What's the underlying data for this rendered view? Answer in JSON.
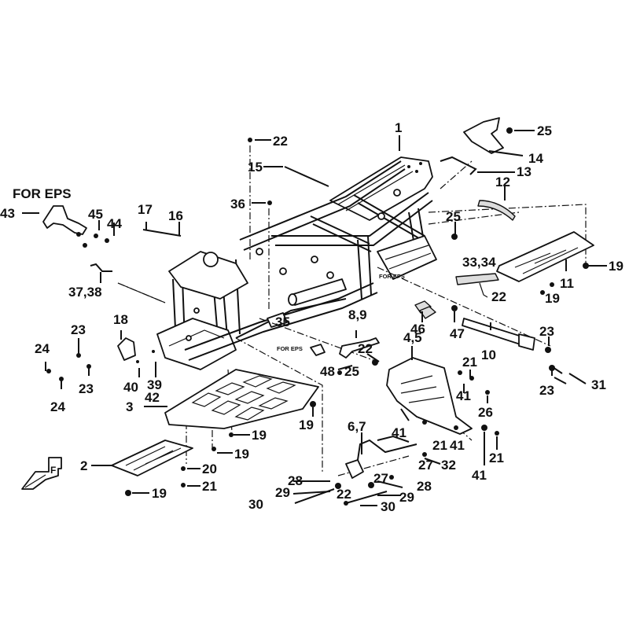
{
  "diagram": {
    "kind": "exploded parts diagram - ATV frame",
    "notes": {
      "for_eps_main": "FOR EPS",
      "for_eps_small_1": "FOR EPS",
      "for_eps_small_2": "FOR EPS"
    },
    "direction_marker": "F",
    "callouts": {
      "c1": "1",
      "c2": "2",
      "c3": "3",
      "c4_5": "4,5",
      "c6_7": "6,7",
      "c8_9": "8,9",
      "c10": "10",
      "c11": "11",
      "c12": "12",
      "c13": "13",
      "c14": "14",
      "c15": "15",
      "c16": "16",
      "c17": "17",
      "c18": "18",
      "c19_a": "19",
      "c19_b": "19",
      "c19_c": "19",
      "c19_d": "19",
      "c19_e": "19",
      "c19_f": "19",
      "c20": "20",
      "c21_a": "21",
      "c21_b": "21",
      "c21_c": "21",
      "c21_d": "21",
      "c22_a": "22",
      "c22_b": "22",
      "c22_c": "22",
      "c22_d": "22",
      "c23_a": "23",
      "c23_b": "23",
      "c23_c": "23",
      "c23_d": "23",
      "c24_a": "24",
      "c24_b": "24",
      "c25_a": "25",
      "c25_b": "25",
      "c25_c": "25",
      "c26": "26",
      "c27_a": "27",
      "c27_b": "27",
      "c28_a": "28",
      "c28_b": "28",
      "c29_a": "29",
      "c29_b": "29",
      "c30_a": "30",
      "c30_b": "30",
      "c31": "31",
      "c32": "32",
      "c33_34": "33,34",
      "c35": "35",
      "c36": "36",
      "c37_38": "37,38",
      "c39": "39",
      "c40": "40",
      "c41_a": "41",
      "c41_b": "41",
      "c41_c": "41",
      "c41_d": "41",
      "c42": "42",
      "c43": "43",
      "c44": "44",
      "c45": "45",
      "c46": "46",
      "c47": "47",
      "c48": "48"
    }
  }
}
